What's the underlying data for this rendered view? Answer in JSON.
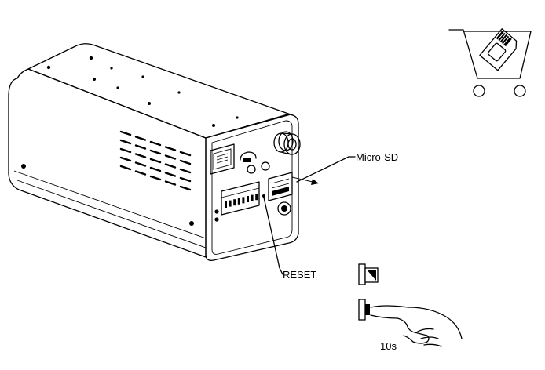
{
  "labels": {
    "micro_sd": "Micro-SD",
    "reset": "RESET",
    "duration": "10s"
  }
}
